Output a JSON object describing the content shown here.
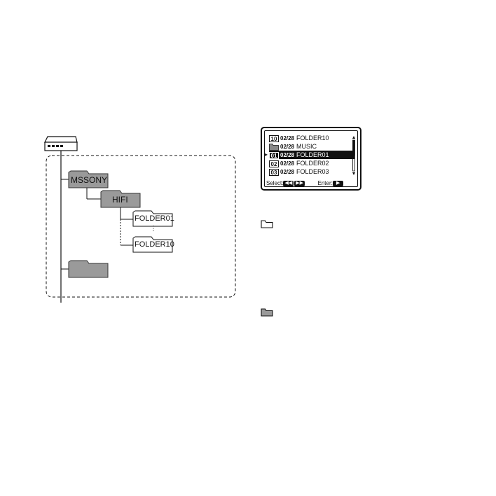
{
  "tree": {
    "root_folder": "MSSONY",
    "sub_folder": "HIFI",
    "first_folder": "FOLDER01",
    "last_folder": "FOLDER10",
    "ellipsis": "⋮"
  },
  "lcd": {
    "rows": [
      {
        "num": "10",
        "date": "02/28",
        "name": "FOLDER10",
        "selected": false,
        "icon": "numbered"
      },
      {
        "num": "",
        "date": "02/28",
        "name": "MUSIC",
        "selected": false,
        "icon": "folder-icon"
      },
      {
        "num": "01",
        "date": "02/28",
        "name": "FOLDER01",
        "selected": true,
        "icon": "numbered"
      },
      {
        "num": "02",
        "date": "02/28",
        "name": "FOLDER02",
        "selected": false,
        "icon": "numbered"
      },
      {
        "num": "03",
        "date": "02/28",
        "name": "FOLDER03",
        "selected": false,
        "icon": "numbered"
      }
    ],
    "select_label": "Select:",
    "enter_label": "Enter:",
    "prev_key": "◀◀",
    "next_key": "▶▶",
    "enter_key": "▶"
  },
  "legend": {
    "icons": [
      "folder-outline-icon",
      "folder-filled-icon"
    ]
  }
}
